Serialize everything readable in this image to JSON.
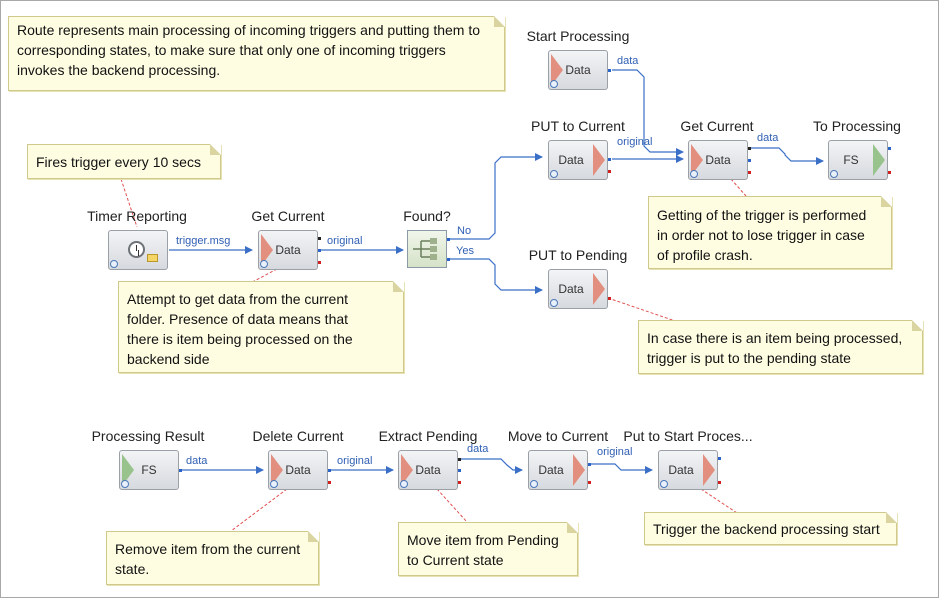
{
  "notes": {
    "route_desc": "Route represents main processing of incoming triggers and putting them to corresponding states, to make sure that only one of incoming triggers invokes the backend processing.",
    "fires_trigger": "Fires trigger every 10 secs",
    "attempt_get": "Attempt to get data from the current folder. Presence of data means that there is item being processed on the backend side",
    "getting_trigger": "Getting of the trigger is performed in order not to lose trigger in case of profile crash.",
    "item_processed": "In case there is an item being processed, trigger is put to the pending state",
    "remove_item": "Remove item from the current state.",
    "move_item": "Move item from Pending to Current state",
    "trigger_backend": "Trigger the backend processing start"
  },
  "nodes": {
    "timer_reporting": {
      "label": "Timer Reporting"
    },
    "get_current_1": {
      "label": "Get Current",
      "text": "Data"
    },
    "found": {
      "label": "Found?"
    },
    "start_processing": {
      "label": "Start Processing",
      "text": "Data"
    },
    "put_to_current": {
      "label": "PUT to Current",
      "text": "Data"
    },
    "get_current_2": {
      "label": "Get Current",
      "text": "Data"
    },
    "to_processing": {
      "label": "To Processing",
      "text": "FS"
    },
    "put_to_pending": {
      "label": "PUT to Pending",
      "text": "Data"
    },
    "processing_result": {
      "label": "Processing Result",
      "text": "FS"
    },
    "delete_current": {
      "label": "Delete Current",
      "text": "Data"
    },
    "extract_pending": {
      "label": "Extract Pending",
      "text": "Data"
    },
    "move_to_current": {
      "label": "Move to Current",
      "text": "Data"
    },
    "put_to_start": {
      "label": "Put to Start Proces...",
      "text": "Data"
    }
  },
  "edges": {
    "trigger_msg": "trigger.msg",
    "original_1": "original",
    "no": "No",
    "yes": "Yes",
    "data_start": "data",
    "original_2": "original",
    "data_2": "data",
    "data_3": "data",
    "original_3": "original",
    "data_4": "data",
    "original_4": "original"
  },
  "colors": {
    "note_bg": "#fefde2",
    "link": "#3a6fc8",
    "dashed": "#e05050",
    "data_chevron": "#e28f7f",
    "fs_chevron": "#98c38d"
  }
}
